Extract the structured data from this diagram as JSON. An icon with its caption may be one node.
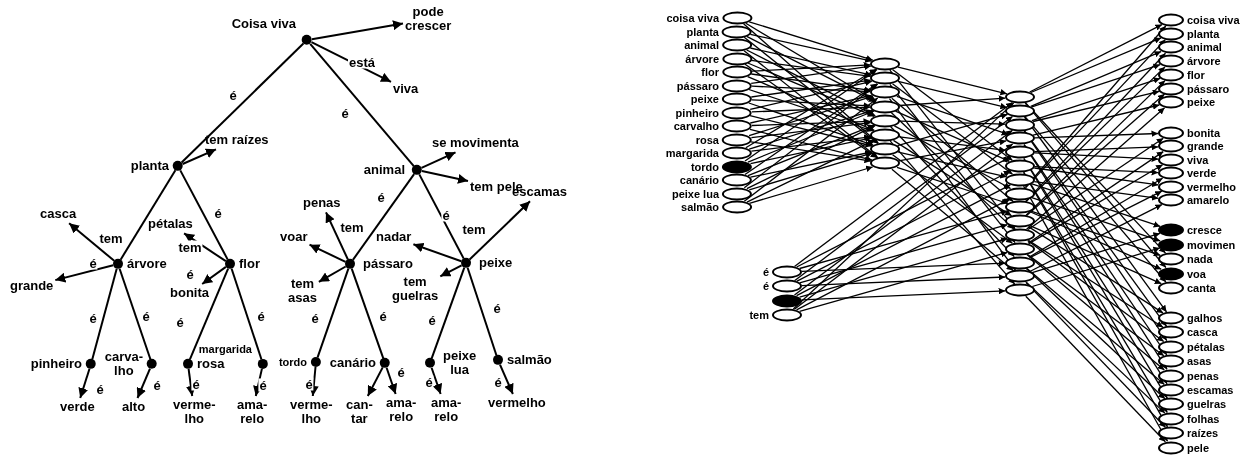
{
  "diagram": {
    "nodes": [
      {
        "text": [
          "Coisa viva"
        ]
      },
      {
        "text": [
          "pode crescer"
        ]
      },
      {
        "text": [
          "viva"
        ]
      },
      {
        "text": [
          "planta"
        ]
      },
      {
        "text": [
          "tem raízes"
        ]
      },
      {
        "text": [
          "animal"
        ]
      },
      {
        "text": [
          "se movimenta"
        ]
      },
      {
        "text": [
          "tem pele"
        ]
      },
      {
        "text": [
          "casca"
        ]
      },
      {
        "text": [
          "árvore"
        ]
      },
      {
        "text": [
          "pétalas"
        ]
      },
      {
        "text": [
          "flor"
        ]
      },
      {
        "text": [
          "grande"
        ]
      },
      {
        "text": [
          "bonita"
        ]
      },
      {
        "text": [
          "penas"
        ]
      },
      {
        "text": [
          "escamas"
        ]
      },
      {
        "text": [
          "voar"
        ]
      },
      {
        "text": [
          "pássaro"
        ]
      },
      {
        "text": [
          "nadar"
        ]
      },
      {
        "text": [
          "peixe"
        ]
      },
      {
        "text": [
          "tem asas"
        ]
      },
      {
        "text": [
          "tem guelras"
        ]
      },
      {
        "text": [
          "pinheiro"
        ]
      },
      {
        "text": [
          "carva- lho"
        ]
      },
      {
        "text": [
          "rosa"
        ]
      },
      {
        "text": [
          "margarida"
        ]
      },
      {
        "text": [
          "tordo"
        ]
      },
      {
        "text": [
          "canário"
        ]
      },
      {
        "text": [
          "peixe lua"
        ]
      },
      {
        "text": [
          "salmão"
        ]
      },
      {
        "text": [
          "verde"
        ]
      },
      {
        "text": [
          "alto"
        ]
      },
      {
        "text": [
          "verme- lho"
        ]
      },
      {
        "text": [
          "ama- relo"
        ]
      },
      {
        "text": [
          "verme- lho"
        ]
      },
      {
        "text": [
          "can- tar"
        ]
      },
      {
        "text": [
          "ama- relo"
        ]
      },
      {
        "text": [
          "ama- relo"
        ]
      },
      {
        "text": [
          "vermelho"
        ]
      },
      {
        "text": [
          "coisa viva"
        ]
      },
      {
        "text": [
          "planta"
        ]
      },
      {
        "text": [
          "animal"
        ]
      },
      {
        "text": [
          "árvore"
        ]
      },
      {
        "text": [
          "flor"
        ]
      },
      {
        "text": [
          "pássaro"
        ]
      },
      {
        "text": [
          "peixe"
        ]
      },
      {
        "text": [
          "pinheiro"
        ]
      },
      {
        "text": [
          "carvalho"
        ]
      },
      {
        "text": [
          "rosa"
        ]
      },
      {
        "text": [
          "margarida"
        ]
      },
      {
        "text": [
          "tordo"
        ]
      },
      {
        "text": [
          "canário"
        ]
      },
      {
        "text": [
          "peixe lua"
        ]
      },
      {
        "text": [
          "salmão"
        ]
      },
      {
        "text": [],
        "shape": "ellipse"
      },
      {
        "text": [],
        "shape": "ellipse"
      },
      {
        "text": [],
        "shape": "ellipse"
      },
      {
        "text": [],
        "shape": "ellipse"
      },
      {
        "text": [],
        "shape": "ellipse"
      },
      {
        "text": [],
        "shape": "ellipse"
      },
      {
        "text": [],
        "shape": "ellipse"
      },
      {
        "text": [],
        "shape": "ellipse"
      },
      {
        "text": [
          "é"
        ]
      },
      {
        "text": [
          "é"
        ]
      },
      {
        "text": [],
        "shape": "ellipse"
      },
      {
        "text": [
          "tem"
        ]
      },
      {
        "text": [],
        "shape": "ellipse"
      },
      {
        "text": [],
        "shape": "ellipse"
      },
      {
        "text": [],
        "shape": "ellipse"
      },
      {
        "text": [],
        "shape": "ellipse"
      },
      {
        "text": [],
        "shape": "ellipse"
      },
      {
        "text": [],
        "shape": "ellipse"
      },
      {
        "text": [],
        "shape": "ellipse"
      },
      {
        "text": [],
        "shape": "ellipse"
      },
      {
        "text": [],
        "shape": "ellipse"
      },
      {
        "text": [],
        "shape": "ellipse"
      },
      {
        "text": [],
        "shape": "ellipse"
      },
      {
        "text": [],
        "shape": "ellipse"
      },
      {
        "text": [],
        "shape": "ellipse"
      },
      {
        "text": [],
        "shape": "ellipse"
      },
      {
        "text": [],
        "shape": "ellipse"
      },
      {
        "text": [
          "coisa viva"
        ]
      },
      {
        "text": [
          "planta"
        ]
      },
      {
        "text": [
          "animal"
        ]
      },
      {
        "text": [
          "árvore"
        ]
      },
      {
        "text": [
          "flor"
        ]
      },
      {
        "text": [
          "pássaro"
        ]
      },
      {
        "text": [
          "peixe"
        ]
      },
      {
        "text": [
          "bonita"
        ]
      },
      {
        "text": [
          "grande"
        ]
      },
      {
        "text": [
          "viva"
        ]
      },
      {
        "text": [
          "verde"
        ]
      },
      {
        "text": [
          "vermelho"
        ]
      },
      {
        "text": [
          "amarelo"
        ]
      },
      {
        "text": [
          "cresce"
        ]
      },
      {
        "text": [
          "movimen"
        ]
      },
      {
        "text": [
          "nada"
        ]
      },
      {
        "text": [
          "voa"
        ]
      },
      {
        "text": [
          "canta"
        ]
      },
      {
        "text": [
          "galhos"
        ]
      },
      {
        "text": [
          "casca"
        ]
      },
      {
        "text": [
          "pétalas"
        ]
      },
      {
        "text": [
          "asas"
        ]
      },
      {
        "text": [
          "penas"
        ]
      },
      {
        "text": [
          "escamas"
        ]
      },
      {
        "text": [
          "guelras"
        ]
      },
      {
        "text": [
          "folhas"
        ]
      },
      {
        "text": [
          "raízes"
        ]
      },
      {
        "text": [
          "pele"
        ]
      }
    ],
    "edges": [
      {
        "from": 0,
        "to": 3,
        "arrow": "none",
        "label": "é"
      },
      {
        "from": 0,
        "to": 5,
        "arrow": "none",
        "label": "é"
      },
      {
        "from": 0,
        "to": 1,
        "arrow": "to"
      },
      {
        "from": 0,
        "to": 2,
        "arrow": "to",
        "label": "está"
      },
      {
        "from": 3,
        "to": 4,
        "arrow": "to"
      },
      {
        "from": 5,
        "to": 6,
        "arrow": "to"
      },
      {
        "from": 5,
        "to": 7,
        "arrow": "to"
      },
      {
        "from": 3,
        "to": 9,
        "arrow": "none"
      },
      {
        "from": 3,
        "to": 11,
        "arrow": "none",
        "label": "é"
      },
      {
        "from": 5,
        "to": 17,
        "arrow": "none",
        "label": "é"
      },
      {
        "from": 5,
        "to": 19,
        "arrow": "none",
        "label": "é"
      },
      {
        "from": 9,
        "to": 8,
        "arrow": "to",
        "label": "tem"
      },
      {
        "from": 9,
        "to": 12,
        "arrow": "to",
        "label": "é"
      },
      {
        "from": 11,
        "to": 10,
        "arrow": "to",
        "label": "tem"
      },
      {
        "from": 11,
        "to": 13,
        "arrow": "to",
        "label": "é"
      },
      {
        "from": 17,
        "to": 14,
        "arrow": "to",
        "label": "tem"
      },
      {
        "from": 17,
        "to": 16,
        "arrow": "to"
      },
      {
        "from": 17,
        "to": 20,
        "arrow": "to"
      },
      {
        "from": 19,
        "to": 18,
        "arrow": "to"
      },
      {
        "from": 19,
        "to": 15,
        "arrow": "to",
        "label": "tem"
      },
      {
        "from": 19,
        "to": 21,
        "arrow": "to"
      },
      {
        "from": 9,
        "to": 22,
        "arrow": "none",
        "label": "é"
      },
      {
        "from": 9,
        "to": 23,
        "arrow": "none",
        "label": "é"
      },
      {
        "from": 11,
        "to": 24,
        "arrow": "none",
        "label": "é"
      },
      {
        "from": 11,
        "to": 25,
        "arrow": "none",
        "label": "é"
      },
      {
        "from": 17,
        "to": 26,
        "arrow": "none",
        "label": "é"
      },
      {
        "from": 17,
        "to": 27,
        "arrow": "none",
        "label": "é"
      },
      {
        "from": 19,
        "to": 28,
        "arrow": "none",
        "label": "é"
      },
      {
        "from": 19,
        "to": 29,
        "arrow": "none",
        "label": "é"
      },
      {
        "from": 22,
        "to": 30,
        "arrow": "to",
        "label": "é"
      },
      {
        "from": 23,
        "to": 31,
        "arrow": "to",
        "label": "é"
      },
      {
        "from": 24,
        "to": 32,
        "arrow": "to",
        "label": "é"
      },
      {
        "from": 25,
        "to": 33,
        "arrow": "to",
        "label": "é"
      },
      {
        "from": 26,
        "to": 34,
        "arrow": "to",
        "label": "é"
      },
      {
        "from": 27,
        "to": 35,
        "arrow": "to"
      },
      {
        "from": 27,
        "to": 36,
        "arrow": "to",
        "label": "é"
      },
      {
        "from": 28,
        "to": 37,
        "arrow": "to",
        "label": "é"
      },
      {
        "from": 29,
        "to": 38,
        "arrow": "to",
        "label": "é"
      },
      {
        "from": 39,
        "to": 54,
        "arrow": "to"
      },
      {
        "from": 39,
        "to": 57,
        "arrow": "to"
      },
      {
        "from": 39,
        "to": 60,
        "arrow": "to"
      },
      {
        "from": 40,
        "to": 54,
        "arrow": "to"
      },
      {
        "from": 40,
        "to": 57,
        "arrow": "to"
      },
      {
        "from": 40,
        "to": 60,
        "arrow": "to"
      },
      {
        "from": 41,
        "to": 55,
        "arrow": "to"
      },
      {
        "from": 41,
        "to": 58,
        "arrow": "to"
      },
      {
        "from": 41,
        "to": 61,
        "arrow": "to"
      },
      {
        "from": 42,
        "to": 55,
        "arrow": "to"
      },
      {
        "from": 42,
        "to": 58,
        "arrow": "to"
      },
      {
        "from": 42,
        "to": 61,
        "arrow": "to"
      },
      {
        "from": 43,
        "to": 56,
        "arrow": "to"
      },
      {
        "from": 43,
        "to": 59,
        "arrow": "to"
      },
      {
        "from": 43,
        "to": 54,
        "arrow": "to"
      },
      {
        "from": 44,
        "to": 56,
        "arrow": "to"
      },
      {
        "from": 44,
        "to": 59,
        "arrow": "to"
      },
      {
        "from": 44,
        "to": 54,
        "arrow": "to"
      },
      {
        "from": 45,
        "to": 57,
        "arrow": "to"
      },
      {
        "from": 45,
        "to": 60,
        "arrow": "to"
      },
      {
        "from": 45,
        "to": 55,
        "arrow": "to"
      },
      {
        "from": 46,
        "to": 57,
        "arrow": "to"
      },
      {
        "from": 46,
        "to": 60,
        "arrow": "to"
      },
      {
        "from": 46,
        "to": 55,
        "arrow": "to"
      },
      {
        "from": 47,
        "to": 58,
        "arrow": "to"
      },
      {
        "from": 47,
        "to": 61,
        "arrow": "to"
      },
      {
        "from": 47,
        "to": 56,
        "arrow": "to"
      },
      {
        "from": 48,
        "to": 58,
        "arrow": "to"
      },
      {
        "from": 48,
        "to": 61,
        "arrow": "to"
      },
      {
        "from": 48,
        "to": 56,
        "arrow": "to"
      },
      {
        "from": 49,
        "to": 59,
        "arrow": "to"
      },
      {
        "from": 49,
        "to": 54,
        "arrow": "to"
      },
      {
        "from": 49,
        "to": 57,
        "arrow": "to"
      },
      {
        "from": 50,
        "to": 59,
        "arrow": "to"
      },
      {
        "from": 50,
        "to": 54,
        "arrow": "to"
      },
      {
        "from": 50,
        "to": 57,
        "arrow": "to"
      },
      {
        "from": 51,
        "to": 60,
        "arrow": "to"
      },
      {
        "from": 51,
        "to": 55,
        "arrow": "to"
      },
      {
        "from": 51,
        "to": 58,
        "arrow": "to"
      },
      {
        "from": 52,
        "to": 60,
        "arrow": "to"
      },
      {
        "from": 52,
        "to": 55,
        "arrow": "to"
      },
      {
        "from": 52,
        "to": 58,
        "arrow": "to"
      },
      {
        "from": 53,
        "to": 61,
        "arrow": "to"
      },
      {
        "from": 53,
        "to": 56,
        "arrow": "to"
      },
      {
        "from": 53,
        "to": 59,
        "arrow": "to"
      },
      {
        "from": 54,
        "to": 66,
        "arrow": "to"
      },
      {
        "from": 54,
        "to": 71,
        "arrow": "to"
      },
      {
        "from": 54,
        "to": 76,
        "arrow": "to"
      },
      {
        "from": 55,
        "to": 67,
        "arrow": "to"
      },
      {
        "from": 55,
        "to": 72,
        "arrow": "to"
      },
      {
        "from": 55,
        "to": 77,
        "arrow": "to"
      },
      {
        "from": 56,
        "to": 69,
        "arrow": "to"
      },
      {
        "from": 56,
        "to": 74,
        "arrow": "to"
      },
      {
        "from": 56,
        "to": 79,
        "arrow": "to"
      },
      {
        "from": 57,
        "to": 71,
        "arrow": "to"
      },
      {
        "from": 57,
        "to": 76,
        "arrow": "to"
      },
      {
        "from": 57,
        "to": 66,
        "arrow": "to"
      },
      {
        "from": 58,
        "to": 73,
        "arrow": "to"
      },
      {
        "from": 58,
        "to": 78,
        "arrow": "to"
      },
      {
        "from": 58,
        "to": 68,
        "arrow": "to"
      },
      {
        "from": 59,
        "to": 75,
        "arrow": "to"
      },
      {
        "from": 59,
        "to": 80,
        "arrow": "to"
      },
      {
        "from": 59,
        "to": 70,
        "arrow": "to"
      },
      {
        "from": 60,
        "to": 77,
        "arrow": "to"
      },
      {
        "from": 60,
        "to": 67,
        "arrow": "to"
      },
      {
        "from": 60,
        "to": 72,
        "arrow": "to"
      },
      {
        "from": 61,
        "to": 79,
        "arrow": "to"
      },
      {
        "from": 61,
        "to": 69,
        "arrow": "to"
      },
      {
        "from": 61,
        "to": 74,
        "arrow": "to"
      },
      {
        "from": 62,
        "to": 66,
        "arrow": "to"
      },
      {
        "from": 62,
        "to": 70,
        "arrow": "to"
      },
      {
        "from": 62,
        "to": 74,
        "arrow": "to"
      },
      {
        "from": 62,
        "to": 78,
        "arrow": "to"
      },
      {
        "from": 63,
        "to": 67,
        "arrow": "to"
      },
      {
        "from": 63,
        "to": 71,
        "arrow": "to"
      },
      {
        "from": 63,
        "to": 75,
        "arrow": "to"
      },
      {
        "from": 63,
        "to": 79,
        "arrow": "to"
      },
      {
        "from": 64,
        "to": 68,
        "arrow": "to"
      },
      {
        "from": 64,
        "to": 72,
        "arrow": "to"
      },
      {
        "from": 64,
        "to": 76,
        "arrow": "to"
      },
      {
        "from": 64,
        "to": 80,
        "arrow": "to"
      },
      {
        "from": 65,
        "to": 69,
        "arrow": "to"
      },
      {
        "from": 65,
        "to": 73,
        "arrow": "to"
      },
      {
        "from": 65,
        "to": 77,
        "arrow": "to"
      },
      {
        "from": 65,
        "to": 66,
        "arrow": "to"
      },
      {
        "from": 66,
        "to": 81,
        "arrow": "to"
      },
      {
        "from": 73,
        "to": 81,
        "arrow": "to"
      },
      {
        "from": 66,
        "to": 82,
        "arrow": "to"
      },
      {
        "from": 73,
        "to": 82,
        "arrow": "to"
      },
      {
        "from": 67,
        "to": 83,
        "arrow": "to"
      },
      {
        "from": 74,
        "to": 83,
        "arrow": "to"
      },
      {
        "from": 67,
        "to": 84,
        "arrow": "to"
      },
      {
        "from": 74,
        "to": 84,
        "arrow": "to"
      },
      {
        "from": 68,
        "to": 85,
        "arrow": "to"
      },
      {
        "from": 75,
        "to": 85,
        "arrow": "to"
      },
      {
        "from": 68,
        "to": 86,
        "arrow": "to"
      },
      {
        "from": 75,
        "to": 86,
        "arrow": "to"
      },
      {
        "from": 69,
        "to": 87,
        "arrow": "to"
      },
      {
        "from": 76,
        "to": 87,
        "arrow": "to"
      },
      {
        "from": 69,
        "to": 88,
        "arrow": "to"
      },
      {
        "from": 76,
        "to": 88,
        "arrow": "to"
      },
      {
        "from": 70,
        "to": 89,
        "arrow": "to"
      },
      {
        "from": 77,
        "to": 89,
        "arrow": "to"
      },
      {
        "from": 70,
        "to": 90,
        "arrow": "to"
      },
      {
        "from": 77,
        "to": 90,
        "arrow": "to"
      },
      {
        "from": 71,
        "to": 91,
        "arrow": "to"
      },
      {
        "from": 78,
        "to": 91,
        "arrow": "to"
      },
      {
        "from": 71,
        "to": 92,
        "arrow": "to"
      },
      {
        "from": 78,
        "to": 92,
        "arrow": "to"
      },
      {
        "from": 72,
        "to": 93,
        "arrow": "to"
      },
      {
        "from": 79,
        "to": 93,
        "arrow": "to"
      },
      {
        "from": 72,
        "to": 94,
        "arrow": "to"
      },
      {
        "from": 79,
        "to": 94,
        "arrow": "to"
      },
      {
        "from": 73,
        "to": 95,
        "arrow": "to"
      },
      {
        "from": 80,
        "to": 95,
        "arrow": "to"
      },
      {
        "from": 74,
        "to": 96,
        "arrow": "to"
      },
      {
        "from": 66,
        "to": 96,
        "arrow": "to"
      },
      {
        "from": 74,
        "to": 97,
        "arrow": "to"
      },
      {
        "from": 66,
        "to": 97,
        "arrow": "to"
      },
      {
        "from": 75,
        "to": 98,
        "arrow": "to"
      },
      {
        "from": 67,
        "to": 98,
        "arrow": "to"
      },
      {
        "from": 75,
        "to": 99,
        "arrow": "to"
      },
      {
        "from": 67,
        "to": 99,
        "arrow": "to"
      },
      {
        "from": 76,
        "to": 100,
        "arrow": "to"
      },
      {
        "from": 68,
        "to": 100,
        "arrow": "to"
      },
      {
        "from": 76,
        "to": 101,
        "arrow": "to"
      },
      {
        "from": 68,
        "to": 101,
        "arrow": "to"
      },
      {
        "from": 77,
        "to": 102,
        "arrow": "to"
      },
      {
        "from": 69,
        "to": 102,
        "arrow": "to"
      },
      {
        "from": 77,
        "to": 103,
        "arrow": "to"
      },
      {
        "from": 69,
        "to": 103,
        "arrow": "to"
      },
      {
        "from": 78,
        "to": 104,
        "arrow": "to"
      },
      {
        "from": 70,
        "to": 104,
        "arrow": "to"
      },
      {
        "from": 78,
        "to": 105,
        "arrow": "to"
      },
      {
        "from": 70,
        "to": 105,
        "arrow": "to"
      },
      {
        "from": 79,
        "to": 106,
        "arrow": "to"
      },
      {
        "from": 71,
        "to": 106,
        "arrow": "to"
      },
      {
        "from": 79,
        "to": 107,
        "arrow": "to"
      },
      {
        "from": 71,
        "to": 107,
        "arrow": "to"
      },
      {
        "from": 80,
        "to": 108,
        "arrow": "to"
      },
      {
        "from": 72,
        "to": 108,
        "arrow": "to"
      }
    ]
  }
}
